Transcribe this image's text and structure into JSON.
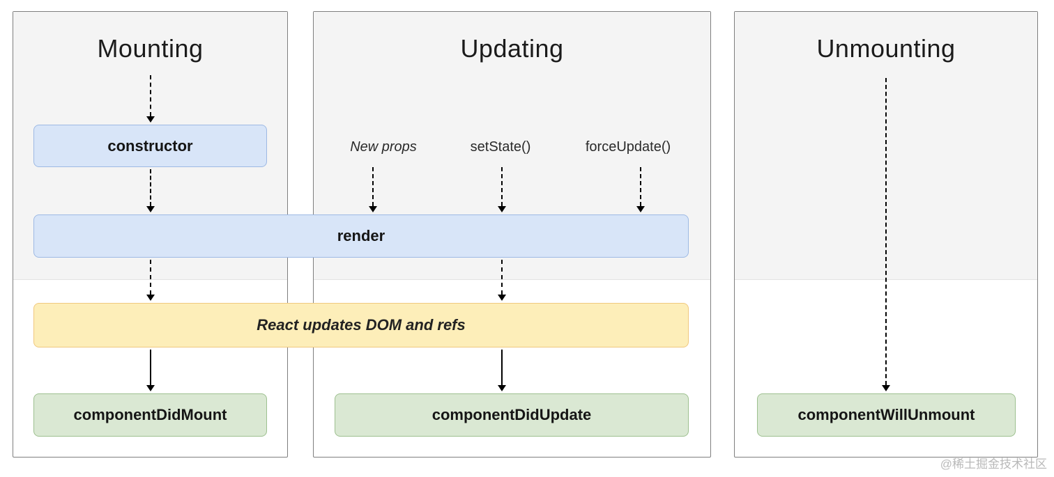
{
  "panels": {
    "mounting": {
      "title": "Mounting"
    },
    "updating": {
      "title": "Updating"
    },
    "unmounting": {
      "title": "Unmounting"
    }
  },
  "boxes": {
    "constructor": "constructor",
    "render": "render",
    "react_updates": "React updates DOM and refs",
    "component_did_mount": "componentDidMount",
    "component_did_update": "componentDidUpdate",
    "component_will_unmount": "componentWillUnmount"
  },
  "updating_triggers": {
    "new_props": "New props",
    "set_state": "setState()",
    "force_update": "forceUpdate()"
  },
  "watermark": "@稀土掘金技术社区",
  "colors": {
    "panel_bg": "#f4f4f4",
    "blue_fill": "#d8e5f8",
    "blue_border": "#9db9e4",
    "yellow_fill": "#fdeeb9",
    "yellow_border": "#f0c87e",
    "green_fill": "#dae8d3",
    "green_border": "#9dc08f"
  }
}
